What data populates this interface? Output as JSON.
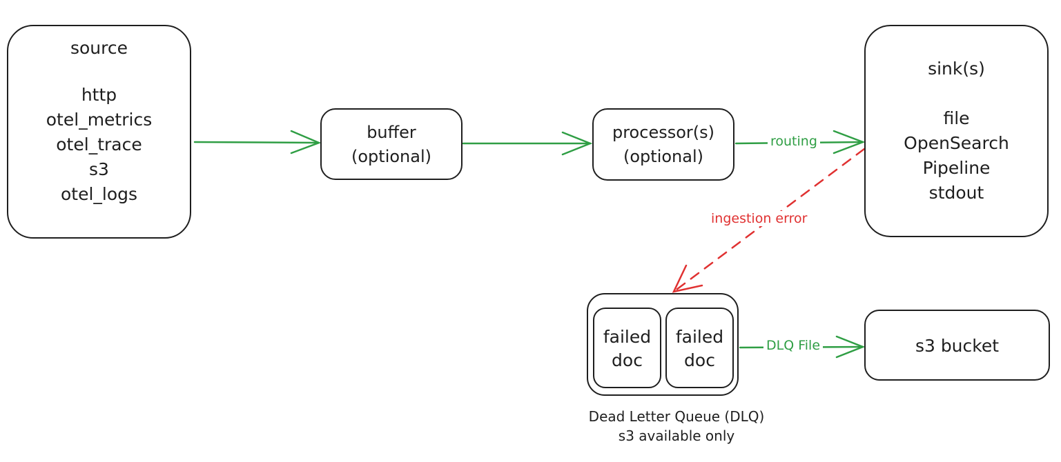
{
  "source": {
    "title": "source",
    "items": [
      "http",
      "otel_metrics",
      "otel_trace",
      "s3",
      "otel_logs"
    ]
  },
  "buffer": {
    "lines": [
      "buffer",
      "(optional)"
    ]
  },
  "processor": {
    "lines": [
      "processor(s)",
      "(optional)"
    ]
  },
  "sink": {
    "title": "sink(s)",
    "items": [
      "file",
      "OpenSearch",
      "Pipeline",
      "stdout"
    ]
  },
  "edges": {
    "routing": "routing",
    "ingestion_error": "ingestion error",
    "dlq_file": "DLQ File"
  },
  "dlq": {
    "doc_lines": [
      "failed",
      "doc"
    ],
    "caption": [
      "Dead Letter Queue (DLQ)",
      "s3 available only"
    ]
  },
  "s3_bucket": {
    "label": "s3 bucket"
  },
  "colors": {
    "green": "#2f9e44",
    "red": "#e03131",
    "stroke": "#1e1e1e"
  }
}
